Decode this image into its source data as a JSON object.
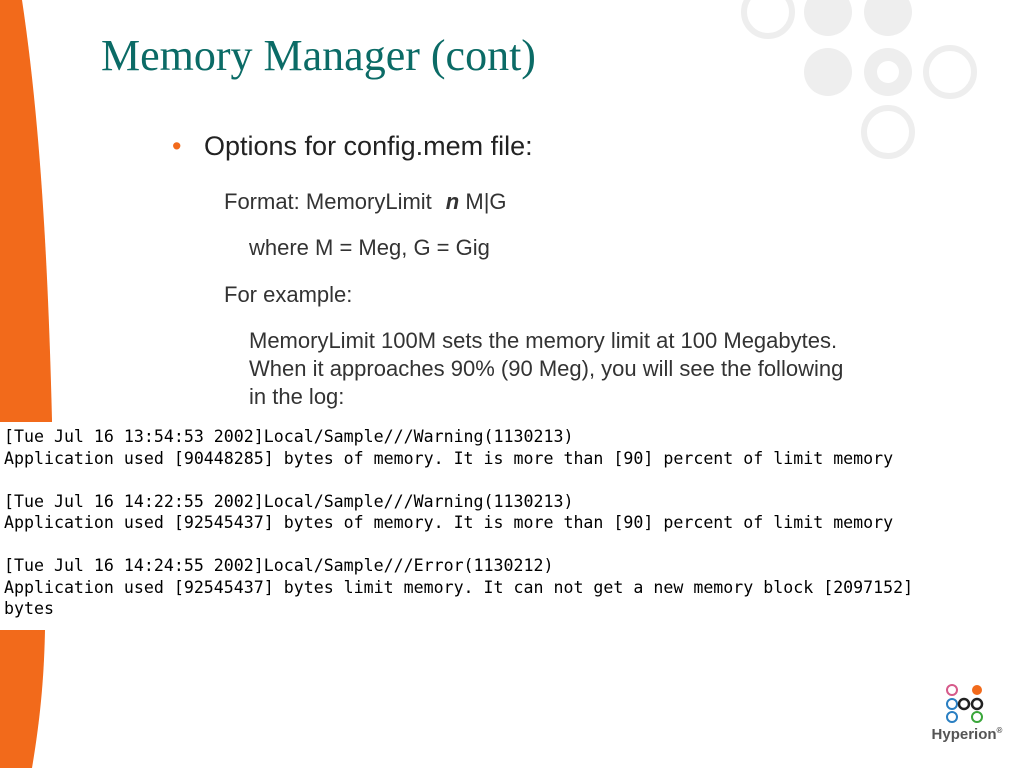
{
  "slide": {
    "title": "Memory Manager (cont)",
    "bullet": {
      "marker": "•",
      "text": "Options for config.mem file:"
    },
    "format_line": {
      "prefix": "Format:  MemoryLimit",
      "variable": "n",
      "suffix": "M|G"
    },
    "where_line": "where M = Meg, G = Gig",
    "example_heading": "For example:",
    "example_paragraph": [
      "MemoryLimit 100M sets the memory limit at 100 Megabytes.",
      "When it approaches 90% (90 Meg), you will see the following",
      "in the log:"
    ],
    "log_entries": [
      {
        "header": "[Tue Jul 16 13:54:53 2002]Local/Sample///Warning(1130213)",
        "lines": [
          "Application used [90448285] bytes of memory. It is more than [90] percent of limit memory"
        ]
      },
      {
        "header": "[Tue Jul 16 14:22:55 2002]Local/Sample///Warning(1130213)",
        "lines": [
          "Application used [92545437] bytes of memory. It is more than [90] percent of limit memory"
        ]
      },
      {
        "header": "[Tue Jul 16 14:24:55 2002]Local/Sample///Error(1130212)",
        "lines": [
          "Application used [92545437] bytes limit memory. It can not get a new memory block [2097152]",
          "bytes"
        ]
      }
    ],
    "logo": {
      "text": "Hyperion",
      "trademark": "®"
    }
  },
  "colors": {
    "accent_orange": "#f26a1b",
    "title_teal": "#0b6b66",
    "deco_circle": "#eeeeee",
    "logo_green": "#3aa63a",
    "logo_pink": "#d65a8a",
    "logo_blue": "#2a7fc2"
  }
}
